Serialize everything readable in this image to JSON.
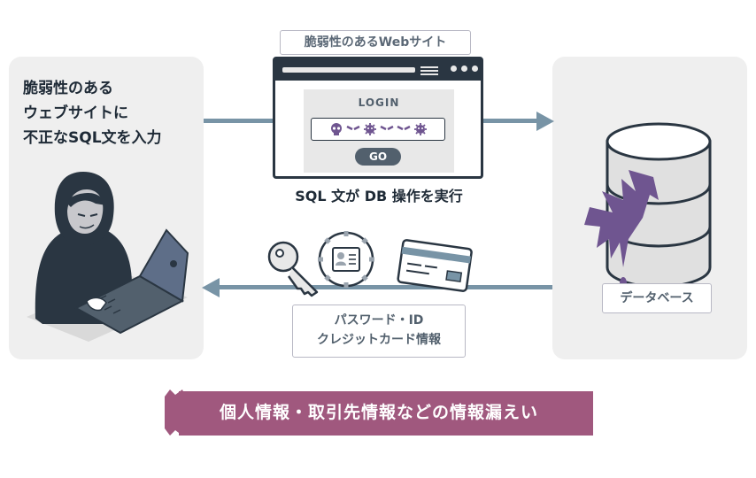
{
  "left_title_lines": [
    "脆弱性のある",
    "ウェブサイトに",
    "不正なSQL文を入力"
  ],
  "site_label": "脆弱性のあるWebサイト",
  "login": {
    "title": "LOGIN",
    "go": "GO"
  },
  "sql_caption": "SQL 文が DB 操作を実行",
  "db_label": "データベース",
  "credentials_label": [
    "パスワード・ID",
    "クレジットカード情報"
  ],
  "leak_banner": "個人情報・取引先情報などの情報漏えい",
  "colors": {
    "panel": "#efefef",
    "arrow": "#7894a6",
    "dark": "#2a3642",
    "banner": "#a0587e",
    "splash": "#6f5590"
  }
}
